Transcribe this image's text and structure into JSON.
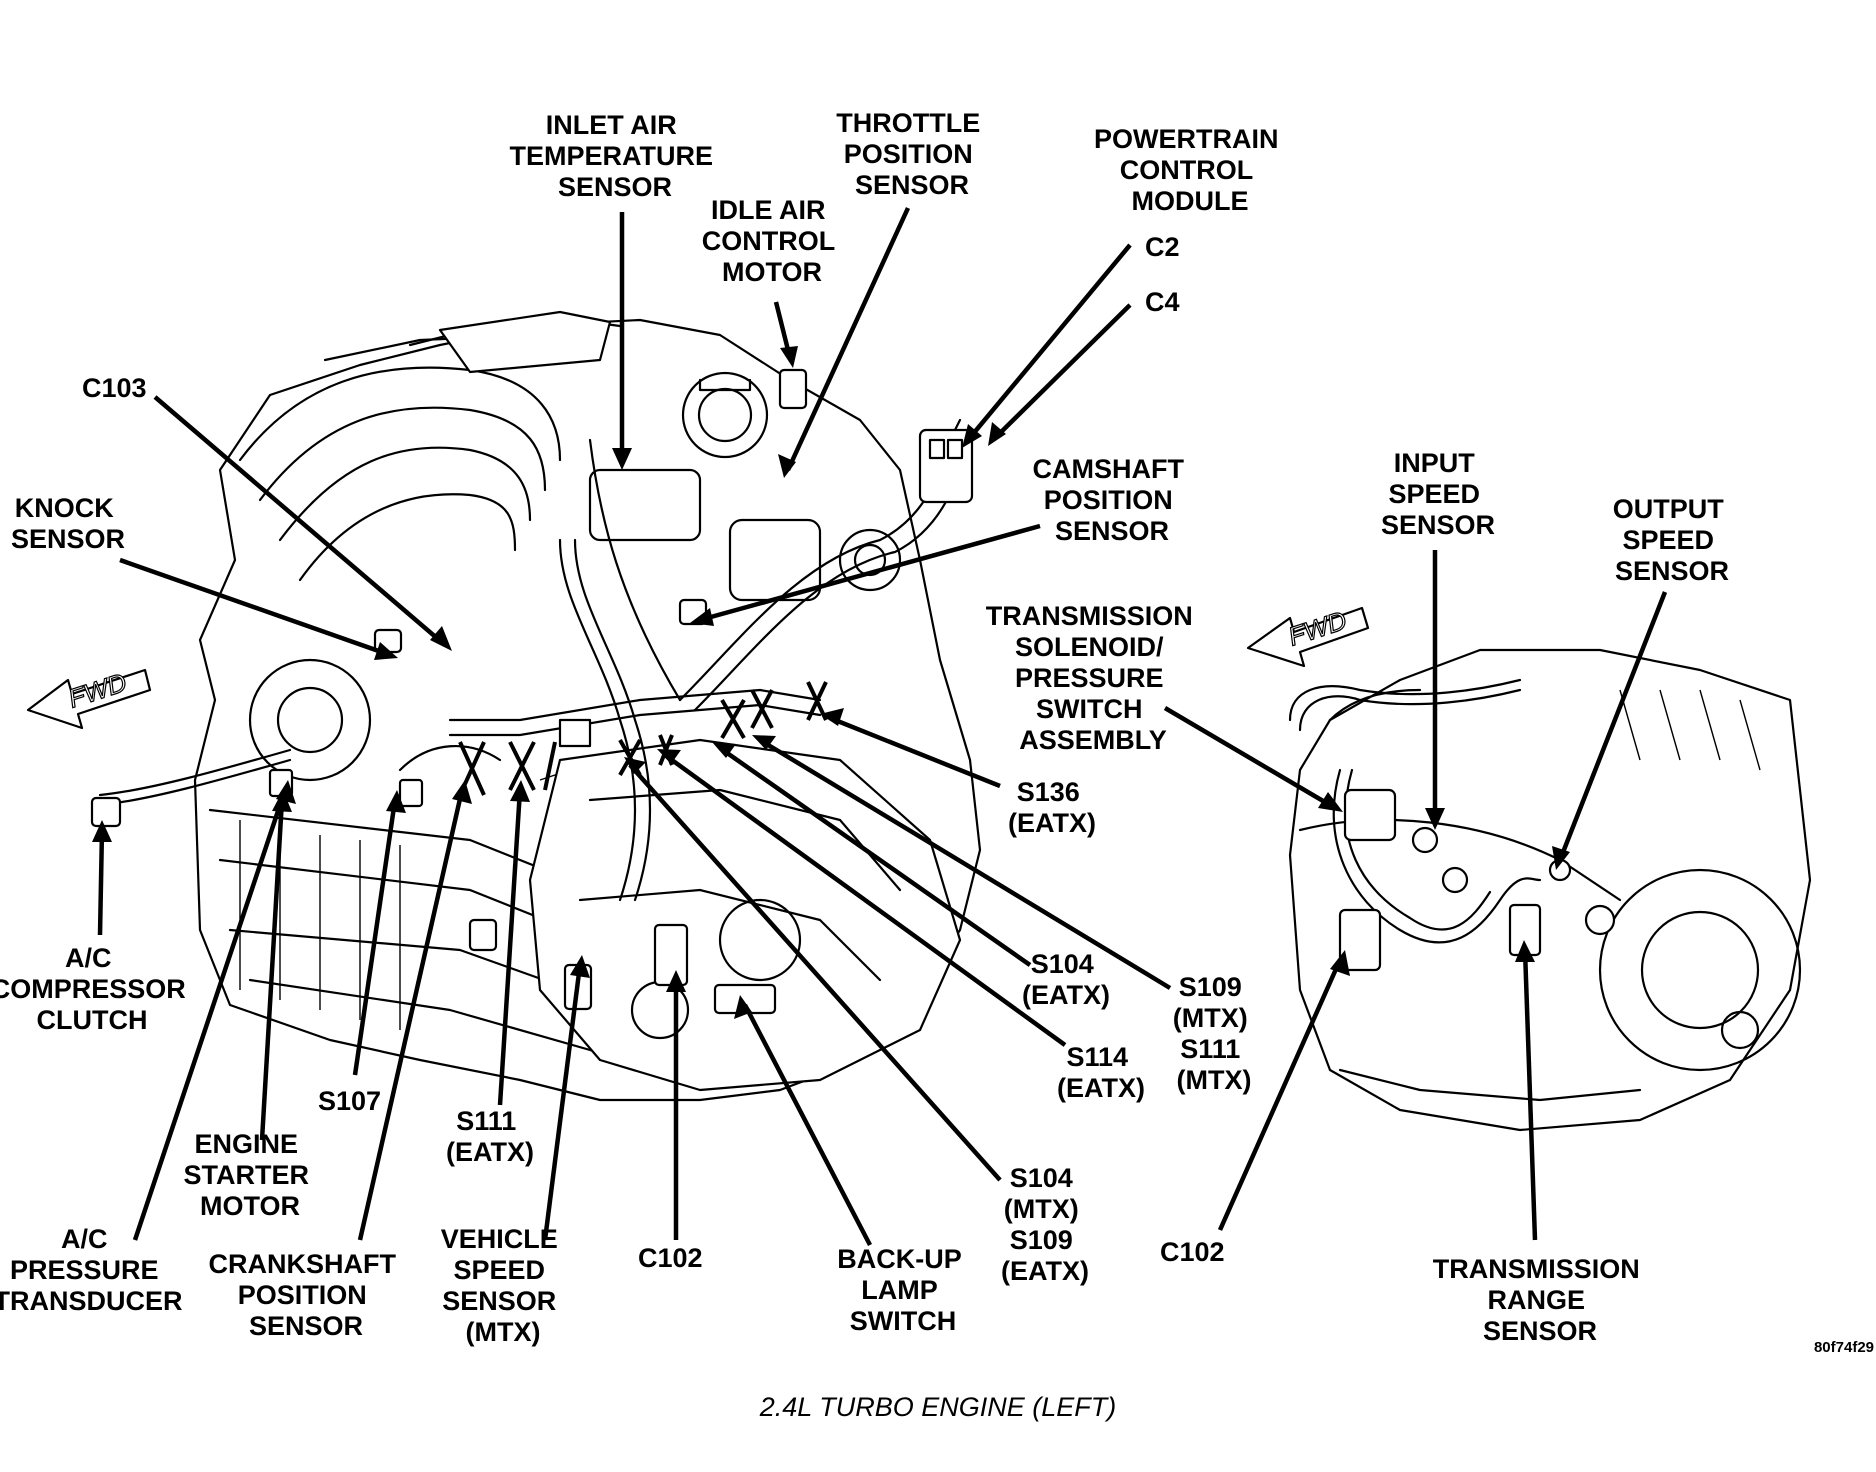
{
  "caption": "2.4L TURBO ENGINE (LEFT)",
  "figure_id": "80f74f29",
  "fwd_arrows": [
    "FWD",
    "FWD"
  ],
  "labels": {
    "inlet_air": [
      "INLET AIR",
      "TEMPERATURE",
      "SENSOR"
    ],
    "throttle": [
      "THROTTLE",
      "POSITION",
      "SENSOR"
    ],
    "pcm": [
      "POWERTRAIN",
      "CONTROL",
      "MODULE"
    ],
    "idle_air": [
      "IDLE AIR",
      "CONTROL",
      "MOTOR"
    ],
    "c2": "C2",
    "c4": "C4",
    "c103": "C103",
    "knock": [
      "KNOCK",
      "SENSOR"
    ],
    "camshaft": [
      "CAMSHAFT",
      "POSITION",
      "SENSOR"
    ],
    "input_speed": [
      "INPUT",
      "SPEED",
      "SENSOR"
    ],
    "output_speed": [
      "OUTPUT",
      "SPEED",
      "SENSOR"
    ],
    "trans_solenoid": [
      "TRANSMISSION",
      "SOLENOID/",
      "PRESSURE",
      "SWITCH",
      "ASSEMBLY"
    ],
    "s136": [
      "S136",
      "(EATX)"
    ],
    "s104_eatx": [
      "S104",
      "(EATX)"
    ],
    "s109_s111": [
      "S109",
      "(MTX)",
      "S111",
      "(MTX)"
    ],
    "s114": [
      "S114",
      "(EATX)"
    ],
    "s104_mtx": [
      "S104",
      "(MTX)",
      "S109",
      "(EATX)"
    ],
    "ac_clutch": [
      "A/C",
      "COMPRESSOR",
      "CLUTCH"
    ],
    "s107": "S107",
    "starter": [
      "ENGINE",
      "STARTER",
      "MOTOR"
    ],
    "s111_eatx": [
      "S111",
      "(EATX)"
    ],
    "ac_pressure": [
      "A/C",
      "PRESSURE",
      "TRANSDUCER"
    ],
    "crankshaft": [
      "CRANKSHAFT",
      "POSITION",
      "SENSOR"
    ],
    "vehicle_speed": [
      "VEHICLE",
      "SPEED",
      "SENSOR",
      "(MTX)"
    ],
    "c102_left": "C102",
    "backup_lamp": [
      "BACK-UP",
      "LAMP",
      "SWITCH"
    ],
    "c102_right": "C102",
    "trs": [
      "TRANSMISSION",
      "RANGE",
      "SENSOR"
    ]
  }
}
